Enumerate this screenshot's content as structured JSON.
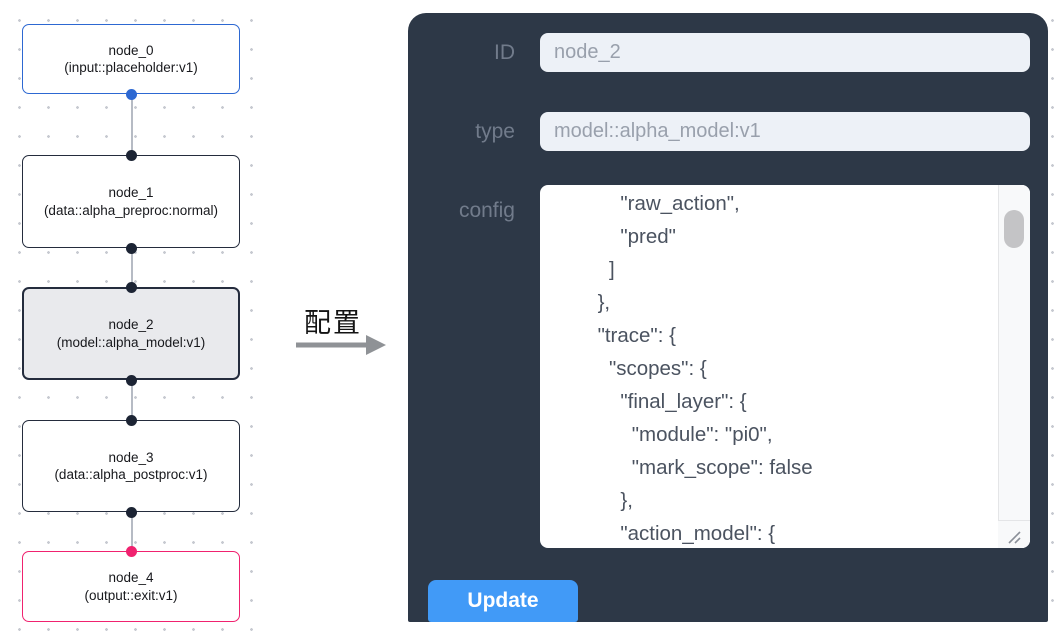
{
  "canvas": {
    "nodes": [
      {
        "title": "node_0",
        "subtitle": "(input::placeholder:v1)",
        "kind": "input"
      },
      {
        "title": "node_1",
        "subtitle": "(data::alpha_preproc:normal)",
        "kind": "data"
      },
      {
        "title": "node_2",
        "subtitle": "(model::alpha_model:v1)",
        "kind": "model",
        "selected": true
      },
      {
        "title": "node_3",
        "subtitle": "(data::alpha_postproc:v1)",
        "kind": "data"
      },
      {
        "title": "node_4",
        "subtitle": "(output::exit:v1)",
        "kind": "output"
      }
    ]
  },
  "annotation": {
    "label": "配置"
  },
  "panel": {
    "fields": [
      {
        "label": "ID",
        "value": "node_2"
      },
      {
        "label": "type",
        "value": "model::alpha_model:v1"
      }
    ],
    "config": {
      "label": "config",
      "lines": [
        "            \"raw_action\",",
        "            \"pred\"",
        "          ]",
        "        },",
        "        \"trace\": {",
        "          \"scopes\": {",
        "            \"final_layer\": {",
        "              \"module\": \"pi0\",",
        "              \"mark_scope\": false",
        "            },",
        "            \"action_model\": {"
      ]
    },
    "update_label": "Update"
  },
  "colors": {
    "panel_bg": "#2d3847",
    "field_bg": "#edf1f7",
    "button_blue": "#419af7",
    "node_input_blue": "#2d68d2",
    "node_output_pink": "#f0226f",
    "node_border": "#242c3d",
    "selected_node_bg": "#e9eaed",
    "dot_grid": "#c7cad1"
  }
}
